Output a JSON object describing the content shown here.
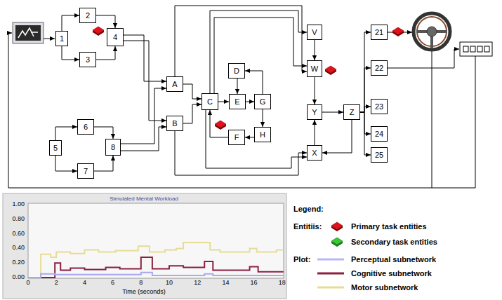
{
  "diagram": {
    "nodes": [
      {
        "text": [
          "1"
        ]
      },
      {
        "text": [
          "2"
        ]
      },
      {
        "text": [
          "3"
        ]
      },
      {
        "text": [
          "4"
        ]
      },
      {
        "text": [
          "5"
        ]
      },
      {
        "text": [
          "6"
        ]
      },
      {
        "text": [
          "7"
        ]
      },
      {
        "text": [
          "8"
        ]
      },
      {
        "text": [
          "A"
        ]
      },
      {
        "text": [
          "B"
        ]
      },
      {
        "text": [
          "C"
        ]
      },
      {
        "text": [
          "D"
        ]
      },
      {
        "text": [
          "E"
        ]
      },
      {
        "text": [
          "F"
        ]
      },
      {
        "text": [
          "G"
        ]
      },
      {
        "text": [
          "H"
        ]
      },
      {
        "text": [
          "V"
        ]
      },
      {
        "text": [
          "W"
        ]
      },
      {
        "text": [
          "Y"
        ]
      },
      {
        "text": [
          "X"
        ]
      },
      {
        "text": [
          "Z"
        ]
      },
      {
        "text": [
          "21"
        ]
      },
      {
        "text": [
          "22"
        ]
      },
      {
        "text": [
          "23"
        ]
      },
      {
        "text": [
          "24"
        ]
      },
      {
        "text": [
          "25"
        ]
      }
    ],
    "edges": [
      {
        "from": 0,
        "to": 1,
        "arrow": "to"
      },
      {
        "from": 0,
        "to": 2,
        "arrow": "to"
      },
      {
        "from": 1,
        "to": 3,
        "arrow": "to"
      },
      {
        "from": 2,
        "to": 3,
        "arrow": "to"
      },
      {
        "from": 4,
        "to": 5,
        "arrow": "to"
      },
      {
        "from": 4,
        "to": 6,
        "arrow": "to"
      },
      {
        "from": 5,
        "to": 7,
        "arrow": "to"
      },
      {
        "from": 6,
        "to": 7,
        "arrow": "to"
      },
      {
        "from": 3,
        "to": 8,
        "arrow": "to"
      },
      {
        "from": 3,
        "to": 9,
        "arrow": "to"
      },
      {
        "from": 7,
        "to": 8,
        "arrow": "to"
      },
      {
        "from": 7,
        "to": 9,
        "arrow": "to"
      },
      {
        "from": 8,
        "to": 10,
        "arrow": "to"
      },
      {
        "from": 9,
        "to": 10,
        "arrow": "to"
      },
      {
        "from": 10,
        "to": 12,
        "arrow": "to"
      },
      {
        "from": 12,
        "to": 14,
        "arrow": "to"
      },
      {
        "from": 14,
        "to": 15,
        "arrow": "to"
      },
      {
        "from": 15,
        "to": 13,
        "arrow": "to"
      },
      {
        "from": 13,
        "to": 10,
        "arrow": "to"
      },
      {
        "from": 11,
        "to": 12,
        "arrow": "to"
      },
      {
        "from": 14,
        "to": 11,
        "arrow": "to"
      },
      {
        "from": 10,
        "to": 16,
        "arrow": "to"
      },
      {
        "from": 10,
        "to": 17,
        "arrow": "to"
      },
      {
        "from": 8,
        "to": 17,
        "arrow": "to"
      },
      {
        "from": 9,
        "to": 19,
        "arrow": "to"
      },
      {
        "from": 10,
        "to": 19,
        "arrow": "to"
      },
      {
        "from": 16,
        "to": 17,
        "arrow": "to"
      },
      {
        "from": 17,
        "to": 18,
        "arrow": "to"
      },
      {
        "from": 18,
        "to": 20,
        "arrow": "to"
      },
      {
        "from": 20,
        "to": 19,
        "arrow": "to"
      },
      {
        "from": 19,
        "to": 18,
        "arrow": "to"
      },
      {
        "from": 20,
        "to": 21,
        "arrow": "to"
      },
      {
        "from": 20,
        "to": 22,
        "arrow": "to"
      },
      {
        "from": 20,
        "to": 23,
        "arrow": "to"
      },
      {
        "from": 20,
        "to": 24,
        "arrow": "to"
      },
      {
        "from": 20,
        "to": 25,
        "arrow": "to"
      }
    ],
    "labels": [
      "Simulated Mental Workload",
      "1.00",
      "0.80",
      "0.60",
      "0.40",
      "0.20",
      "0.00",
      "0",
      "2",
      "4",
      "6",
      "8",
      "10",
      "12",
      "14",
      "16",
      "18",
      "Time (seconds)",
      "Legend:",
      "Entitiis:",
      "Plot:"
    ],
    "legend": [
      {
        "text": "Primary task entities"
      },
      {
        "text": "Secondary task entities"
      },
      {
        "text": "Perceptual subnetwork"
      },
      {
        "text": "Cognitive subnetwork"
      },
      {
        "text": "Motor subnetwork"
      }
    ]
  }
}
